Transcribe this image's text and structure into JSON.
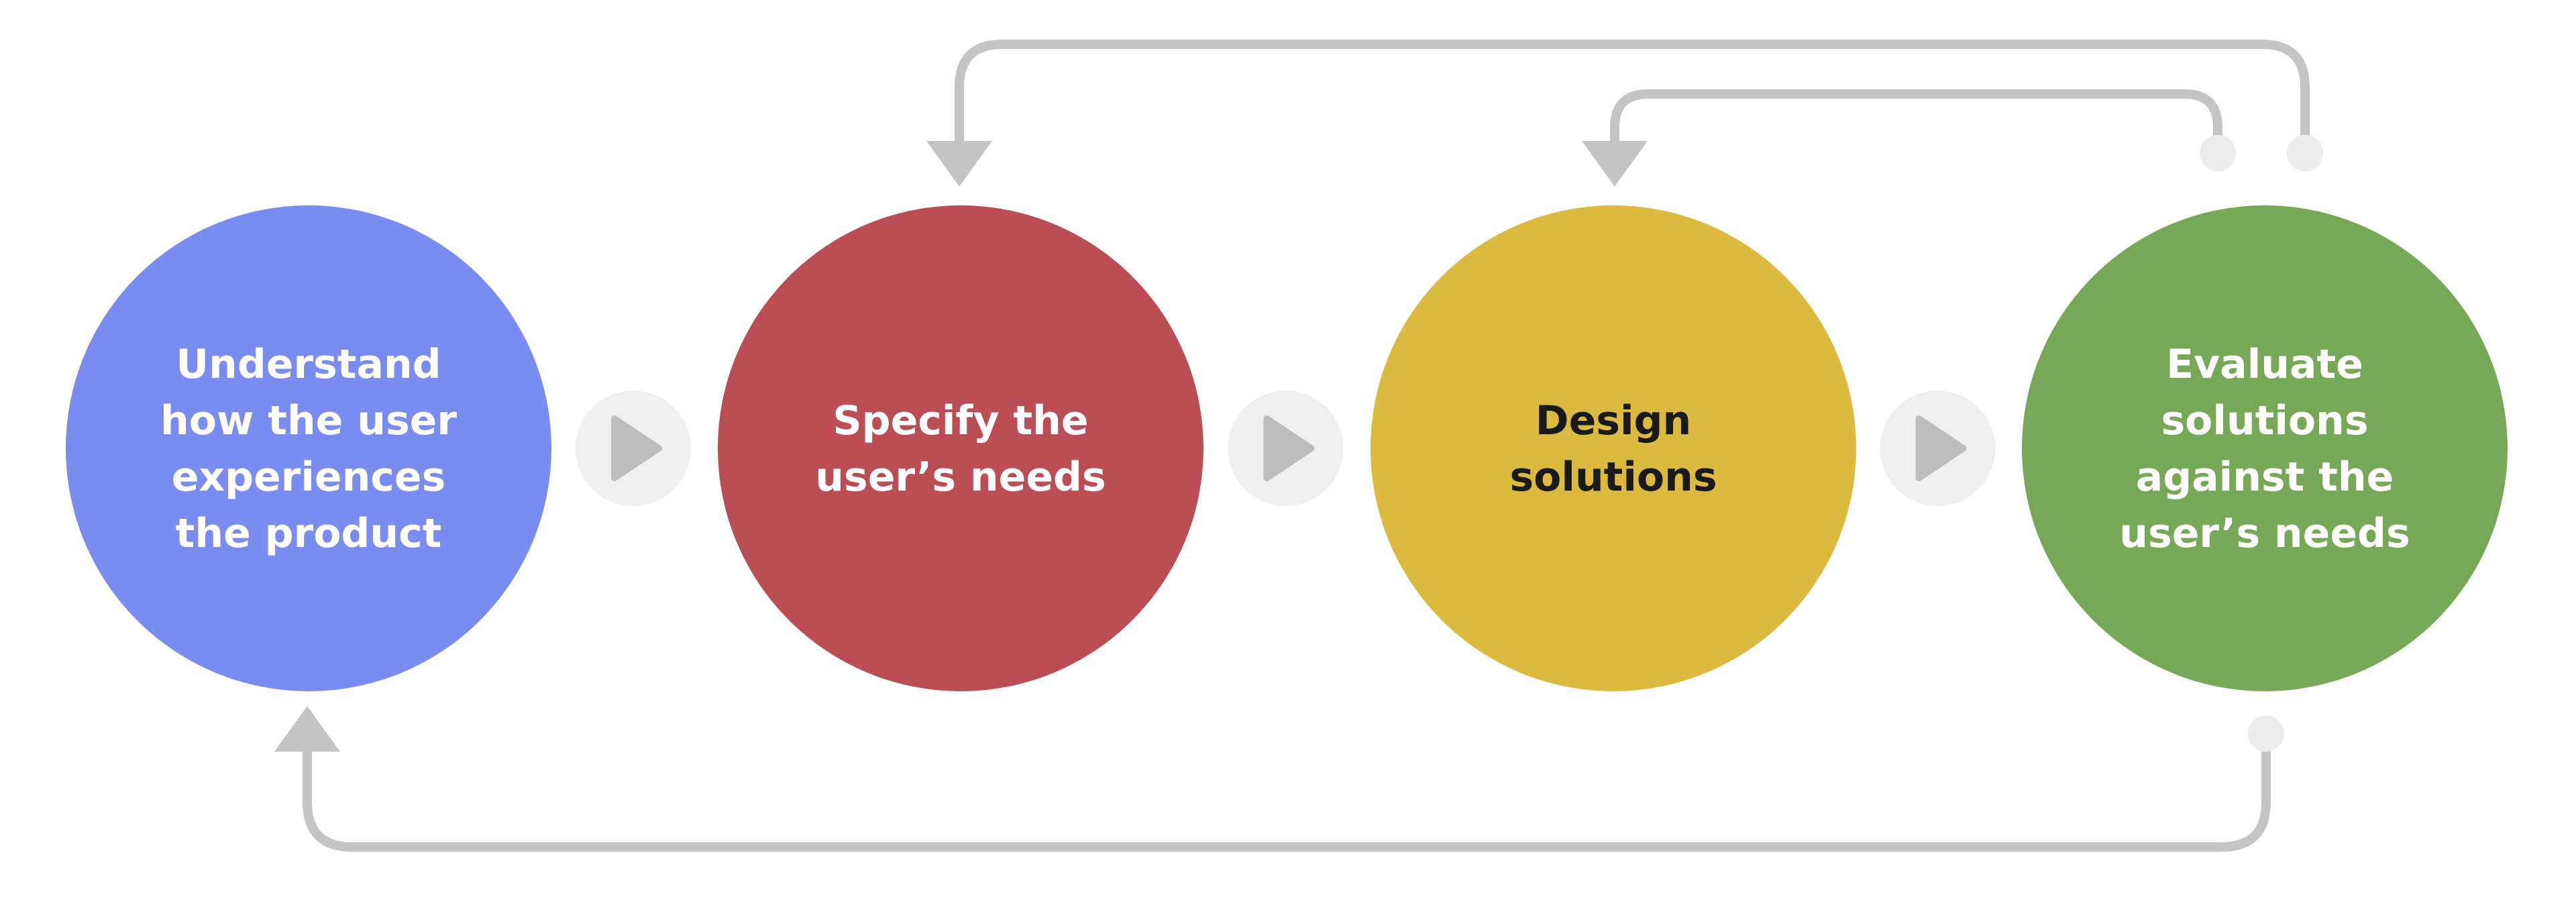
{
  "steps": [
    {
      "id": "understand",
      "lines": [
        "Understand",
        "how the user",
        "experiences",
        "the product"
      ],
      "color": "#7b8cf0",
      "text_color": "#ffffff"
    },
    {
      "id": "specify",
      "lines": [
        "Specify the",
        "user’s needs"
      ],
      "color": "#bb4d54",
      "text_color": "#ffffff"
    },
    {
      "id": "design",
      "lines": [
        "Design",
        "solutions"
      ],
      "color": "#dcba40",
      "text_color": "#1a1a1a"
    },
    {
      "id": "evaluate",
      "lines": [
        "Evaluate",
        "solutions",
        "against the",
        "user’s needs"
      ],
      "color": "#76a858",
      "text_color": "#ffffff"
    }
  ],
  "connector_icon": "play-icon",
  "loop_icon": "arrowhead-down-icon",
  "colors": {
    "line": "#c4c4c4",
    "connector_bg": "#efefef",
    "connector_icon": "#bdbdbd"
  }
}
